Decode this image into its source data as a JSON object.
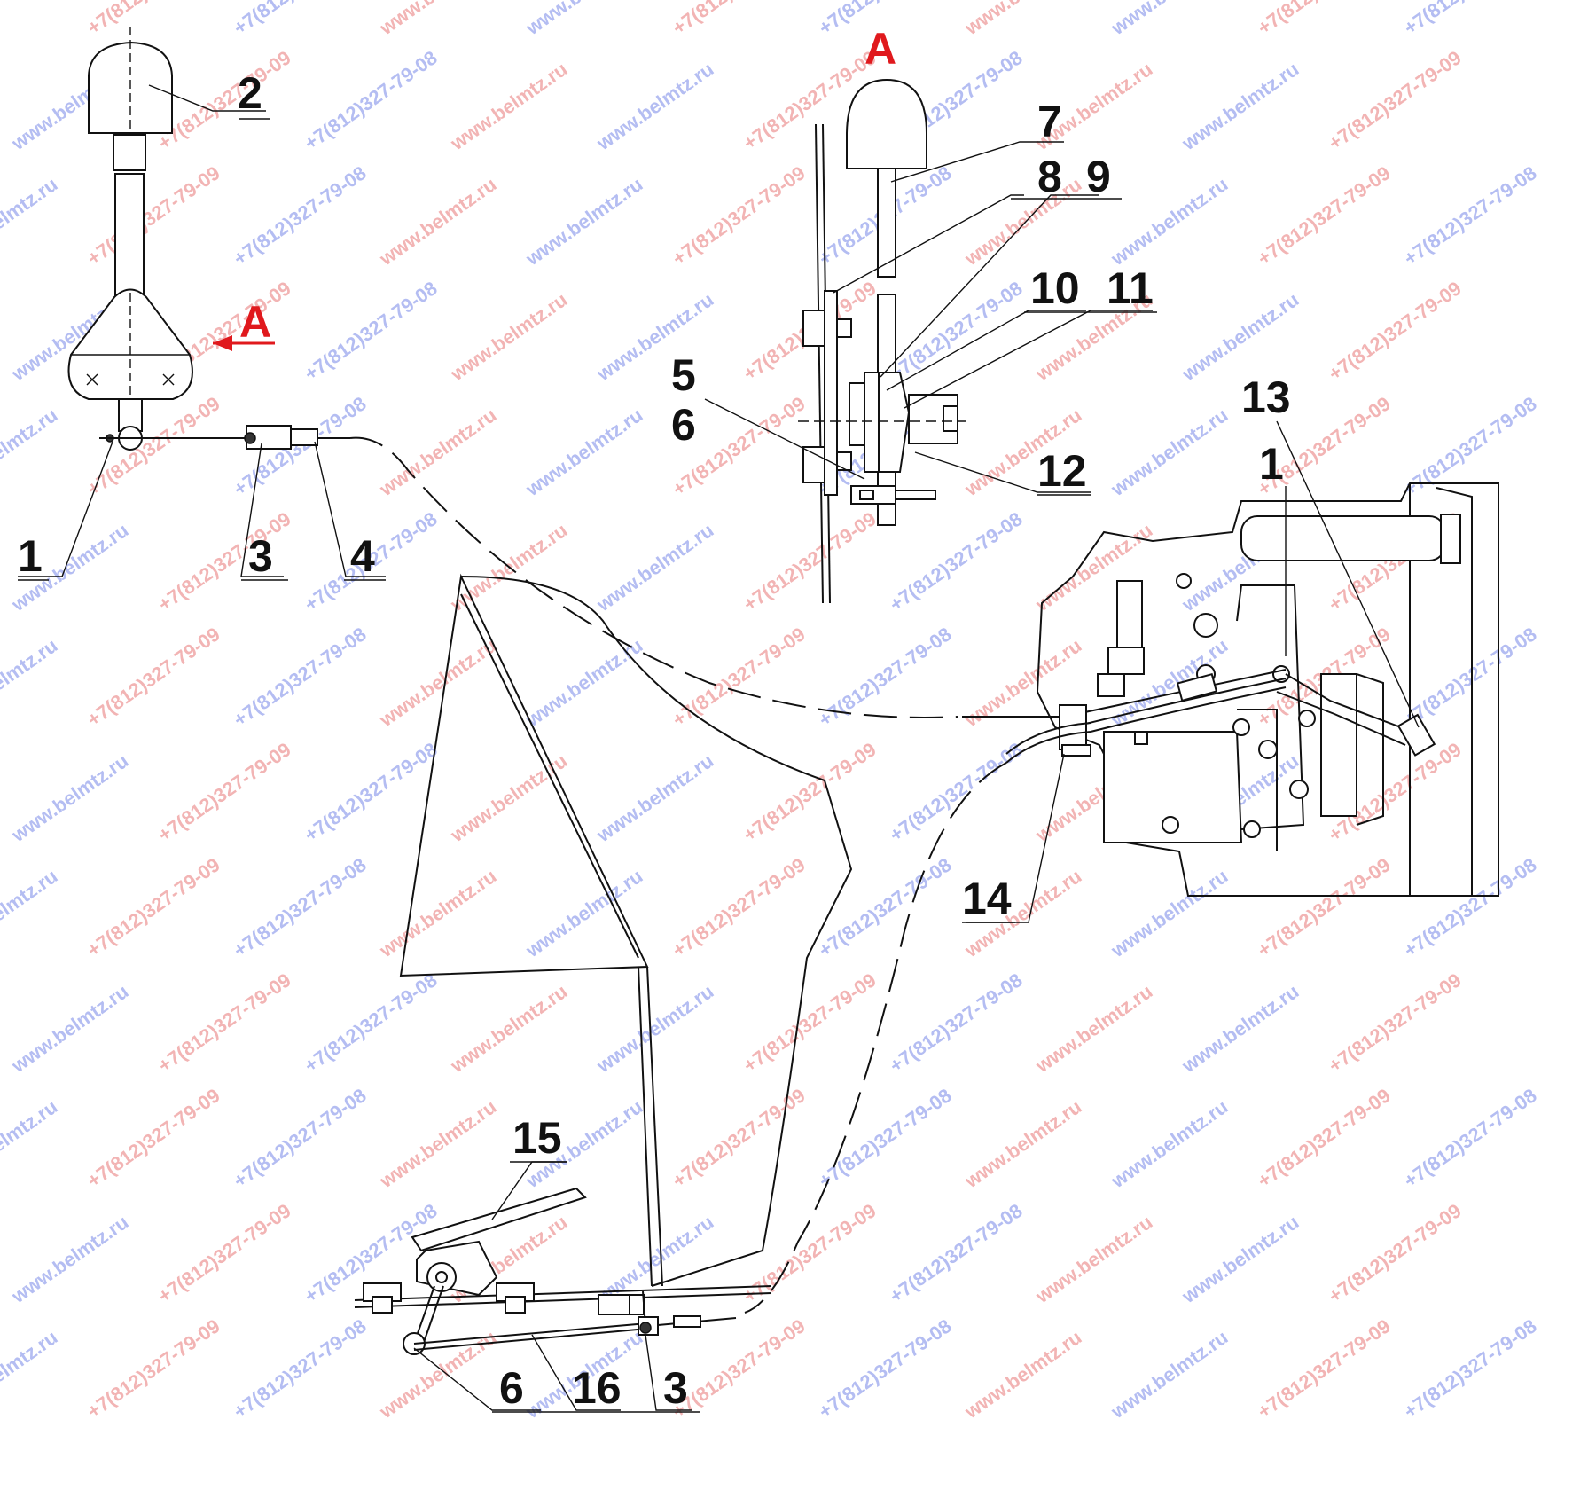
{
  "diagram": {
    "view_marker": "A",
    "callouts": {
      "c1a": "1",
      "c2": "2",
      "c3a": "3",
      "c4": "4",
      "c5": "5",
      "c6a": "6",
      "c7": "7",
      "c8": "8",
      "c9": "9",
      "c10": "10",
      "c11": "11",
      "c12": "12",
      "c13": "13",
      "c1b": "1",
      "c14": "14",
      "c15": "15",
      "c6b": "6",
      "c16": "16",
      "c3b": "3"
    }
  },
  "watermark": {
    "site": "www.belmtz.ru",
    "phone": "+7(812)327-79-09",
    "phone_alt": "+7(812)327-79-08"
  },
  "colors": {
    "line": "#111111",
    "view_marker": "#e0191d",
    "watermark_red": "#e35a5a",
    "watermark_blue": "#5a6ee3"
  }
}
